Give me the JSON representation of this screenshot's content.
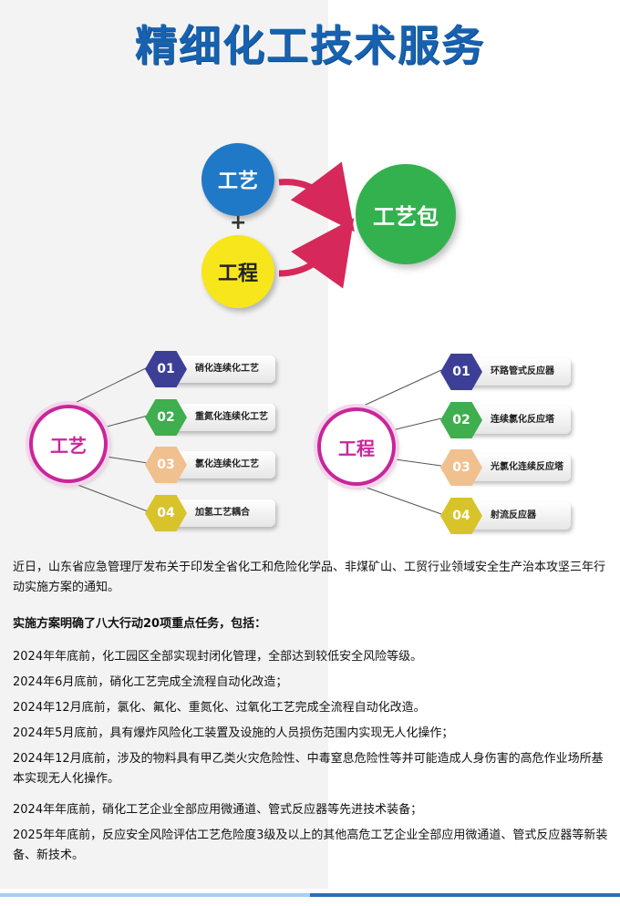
{
  "title": "精细化工技术服务",
  "flow": {
    "craft": "工艺",
    "plus": "+",
    "engineering": "工程",
    "package": "工艺包"
  },
  "craft_hub": {
    "center": "工艺",
    "items": [
      {
        "num": "01",
        "label": "硝化连续化工艺"
      },
      {
        "num": "02",
        "label": "重氮化连续化工艺"
      },
      {
        "num": "03",
        "label": "氯化连续化工艺"
      },
      {
        "num": "04",
        "label": "加氢工艺耦合"
      }
    ]
  },
  "engineering_hub": {
    "center": "工程",
    "items": [
      {
        "num": "01",
        "label": "环路管式反应器"
      },
      {
        "num": "02",
        "label": "连续氯化反应塔"
      },
      {
        "num": "03",
        "label": "光氯化连续反应塔"
      },
      {
        "num": "04",
        "label": "射流反应器"
      }
    ]
  },
  "colors": {
    "title": "#1762b0",
    "craft_circle": "#1f79c7",
    "engineering_circle": "#f7e61c",
    "package_circle": "#33b14e",
    "arrow": "#d6285a",
    "hub": "#c8269a"
  },
  "text": {
    "intro": "近日，山东省应急管理厅发布关于印发全省化工和危险化学品、非煤矿山、工贸行业领域安全生产治本攻坚三年行动实施方案的通知。",
    "heading": "实施方案明确了八大行动20项重点任务，包括：",
    "tasks": [
      "2024年年底前，化工园区全部实现封闭化管理，全部达到较低安全风险等级。",
      "2024年6月底前，硝化工艺完成全流程自动化改造；",
      "2024年12月底前，氯化、氟化、重氮化、过氧化工艺完成全流程自动化改造。",
      "2024年5月底前，具有爆炸风险化工装置及设施的人员损伤范围内实现无人化操作；",
      "2024年12月底前，涉及的物料具有甲乙类火灾危险性、中毒窒息危险性等并可能造成人身伤害的高危作业场所基本实现无人化操作。",
      "2024年年底前，硝化工艺企业全部应用微通道、管式反应器等先进技术装备；",
      "2025年年底前，反应安全风险评估工艺危险度3级及以上的其他高危工艺企业全部应用微通道、管式反应器等新装备、新技术。"
    ]
  }
}
